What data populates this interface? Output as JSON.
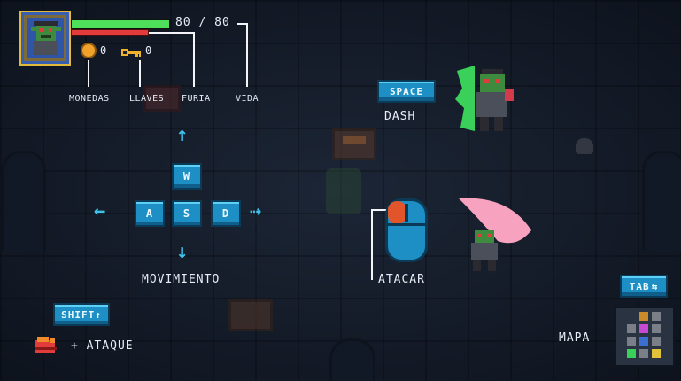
{
  "hud": {
    "health_text": "80 / 80",
    "health_fraction": 1.0,
    "coins_count": "0",
    "keys_count": "0",
    "labels": {
      "monedas": "MONEDAS",
      "llaves": "LLAVES",
      "furia": "FURIA",
      "vida": "VIDA"
    }
  },
  "controls": {
    "dash_key": "SPACE",
    "dash_label": "DASH",
    "move_keys": {
      "up": "W",
      "left": "A",
      "down": "S",
      "right": "D"
    },
    "move_label": "MOVIMIENTO",
    "attack_label": "ATACAR",
    "shift_key": "SHIFT",
    "shift_label": "+ ATAQUE",
    "map_key": "TAB",
    "map_label": "MAPA"
  },
  "colors": {
    "health_green": "#4ee05a",
    "rage_red": "#e23b3b",
    "key_blue": "#1d8fc4",
    "accent_cyan": "#3fc2ea",
    "slash_pink": "#f7a3c0"
  },
  "icons": [
    "coin-icon",
    "key-icon",
    "mouse-icon",
    "shift-arrow-icon",
    "tab-arrows-icon",
    "fist-icon"
  ]
}
